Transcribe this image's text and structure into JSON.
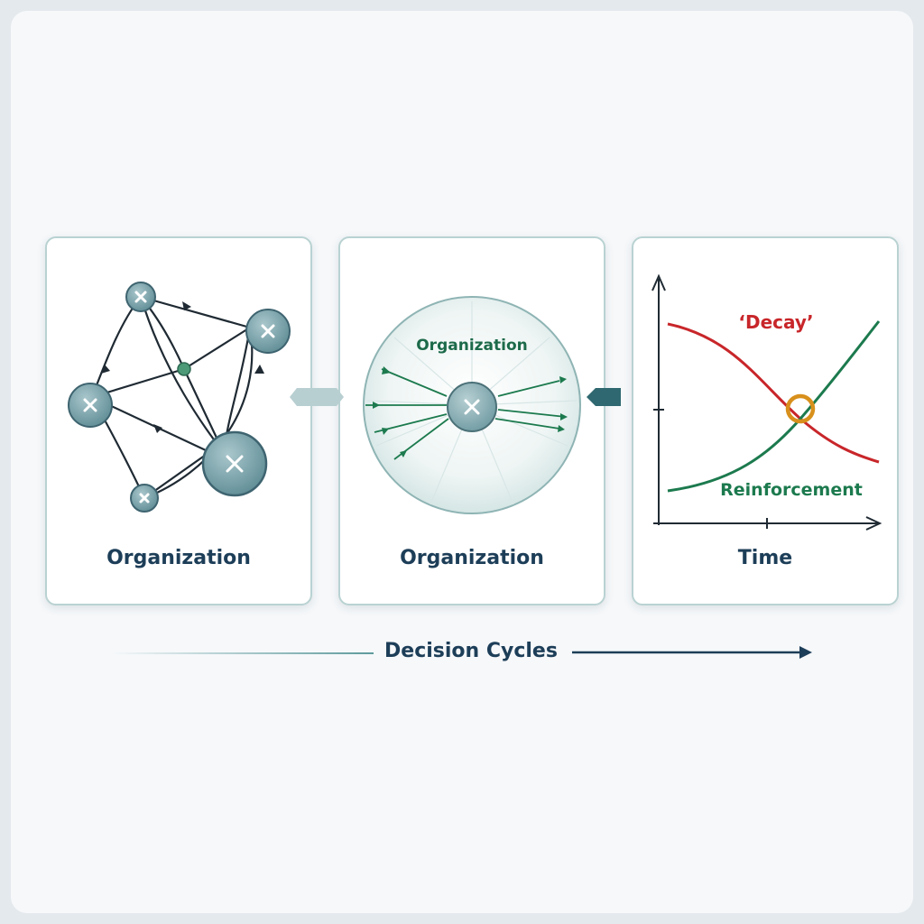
{
  "panels": [
    {
      "label": "Organization"
    },
    {
      "label": "Organization",
      "inner_label": "Organization"
    },
    {
      "label": "Time",
      "decay_label": "‘Decay’",
      "reinforcement_label": "Reinforcement"
    }
  ],
  "flow": {
    "label": "Decision Cycles"
  },
  "colors": {
    "node_fill": "#6f9ba3",
    "line_dark": "#1f2a33",
    "title": "#1d3e58",
    "decay": "#c8262a",
    "reinforcement": "#1c7a4e",
    "intersection": "#d8901c",
    "accent_teal": "#2f6870"
  }
}
